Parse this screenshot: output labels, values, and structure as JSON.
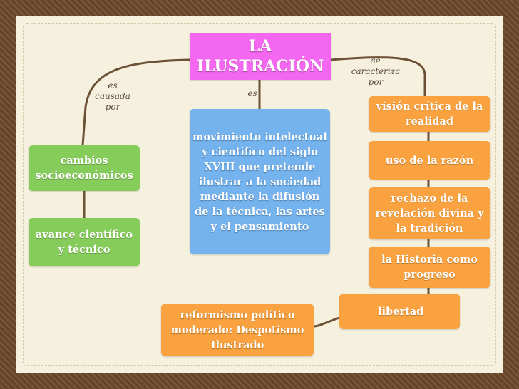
{
  "diagram": {
    "central": {
      "label": "LA\nILUSTRACIÓN",
      "color": "#f467f0"
    },
    "definition": {
      "label": "movimiento intelectual y científico del siglo XVIII que pretende ilustrar a la sociedad mediante la difusión de la técnica, las artes y el pensamiento",
      "color": "#74b3ee"
    },
    "causes": [
      {
        "label": "cambios\nsocioeconómicos"
      },
      {
        "label": "avance científico y técnico"
      }
    ],
    "characteristics": [
      {
        "label": "visión crítica de la realidad"
      },
      {
        "label": "uso de la razón"
      },
      {
        "label": "rechazo de la revelación divina y la tradición"
      },
      {
        "label": "la Historia como progreso"
      },
      {
        "label": "libertad"
      },
      {
        "label": "reformismo político moderado: Despotismo Ilustrado"
      }
    ],
    "connectors": {
      "caused_by": "es\ncausada\npor",
      "is": "es",
      "characterized_by": "se\ncaracteriza\npor"
    },
    "colors": {
      "cause": "#86cc5a",
      "characteristic": "#f9a23f",
      "line": "#6b5236",
      "frame": "#6e4a2c",
      "paper": "#f6f1df"
    }
  }
}
